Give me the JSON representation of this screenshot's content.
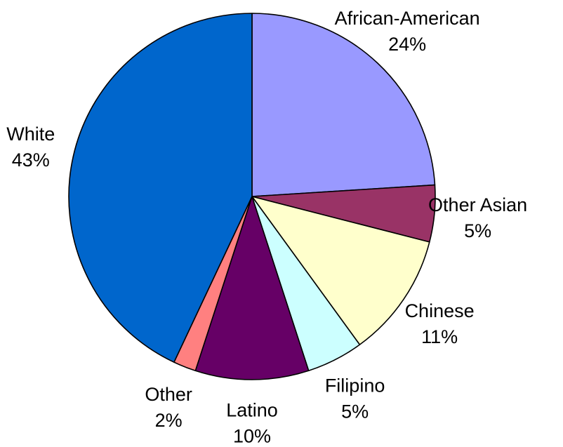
{
  "chart_data": {
    "type": "pie",
    "title": "",
    "start_angle_deg": 0,
    "direction": "clockwise",
    "slices": [
      {
        "label": "African-American",
        "value_text": "24%",
        "value": 24,
        "color": "#9999FF"
      },
      {
        "label": "Other Asian",
        "value_text": "5%",
        "value": 5,
        "color": "#993366"
      },
      {
        "label": "Chinese",
        "value_text": "11%",
        "value": 11,
        "color": "#FFFFCC"
      },
      {
        "label": "Filipino",
        "value_text": "5%",
        "value": 5,
        "color": "#CCFFFF"
      },
      {
        "label": "Latino",
        "value_text": "10%",
        "value": 10,
        "color": "#660066"
      },
      {
        "label": "Other",
        "value_text": "2%",
        "value": 2,
        "color": "#FF8080"
      },
      {
        "label": "White",
        "value_text": "43%",
        "value": 43,
        "color": "#0066CC"
      }
    ]
  }
}
